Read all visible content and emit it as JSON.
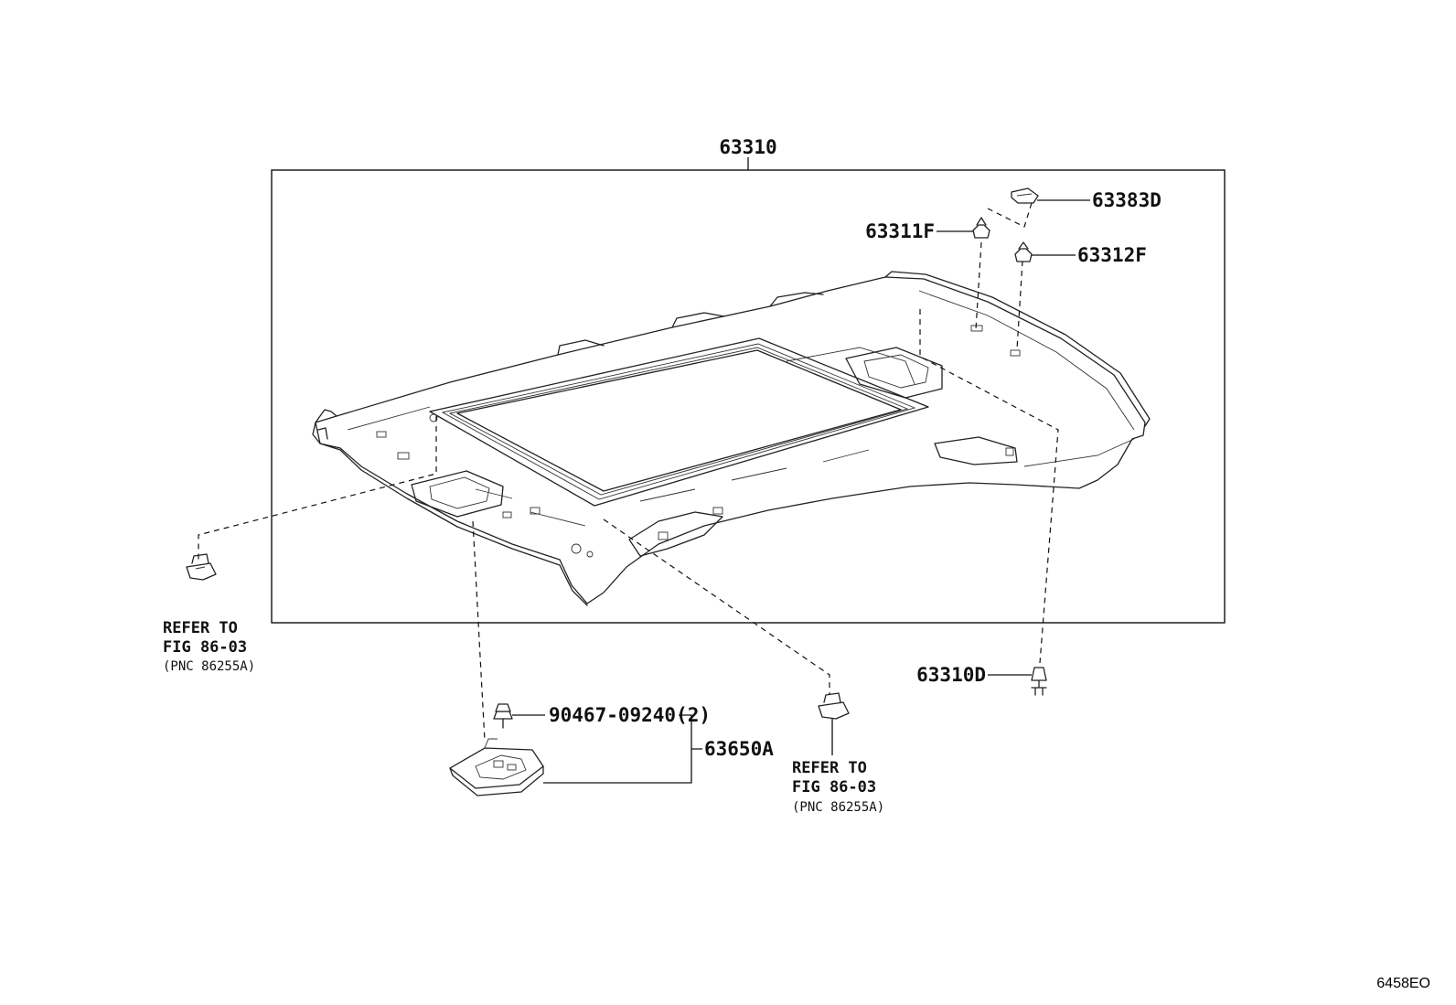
{
  "diagram": {
    "code": "6458EO",
    "callouts": {
      "headliner": "63310",
      "clip_63383d": "63383D",
      "clip_63311f": "63311F",
      "clip_63312f": "63312F",
      "clip_63310d": "63310D",
      "screw": "90467-09240(2)",
      "lamp": "63650A"
    },
    "refs": [
      {
        "line1": "REFER TO",
        "line2": "FIG 86-03",
        "line3": "(PNC 86255A)"
      },
      {
        "line1": "REFER TO",
        "line2": "FIG 86-03",
        "line3": "(PNC 86255A)"
      }
    ]
  }
}
